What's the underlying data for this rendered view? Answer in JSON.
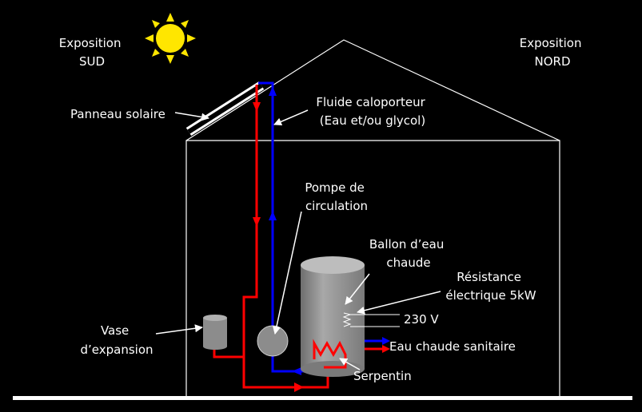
{
  "labels": {
    "exposition_sud": [
      "Exposition",
      "SUD"
    ],
    "exposition_nord": [
      "Exposition",
      "NORD"
    ],
    "panneau_solaire": "Panneau solaire",
    "fluide_caloporteur": [
      "Fluide caloporteur",
      "(Eau et/ou glycol)"
    ],
    "pompe_circulation": [
      "Pompe de",
      "circulation"
    ],
    "ballon_eau_chaude": [
      "Ballon d’eau",
      "chaude"
    ],
    "resistance": [
      "Résistance",
      "électrique 5kW"
    ],
    "tension": "230 V",
    "eau_chaude_sanitaire": "Eau chaude sanitaire",
    "vase_expansion": [
      "Vase",
      "d’expansion"
    ],
    "serpentin": "Serpentin"
  },
  "colors": {
    "background": "#000000",
    "hot_fluid": "#ff0000",
    "cold_fluid": "#0000ff",
    "outline": "#ffffff",
    "sun": "#ffe600",
    "tank": "#8c8c8c"
  }
}
